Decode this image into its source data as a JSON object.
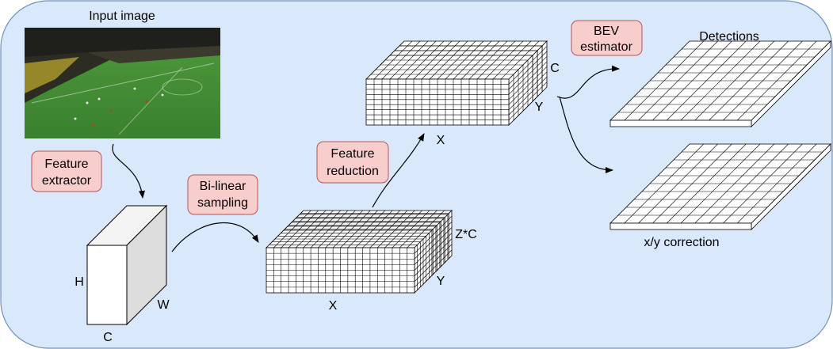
{
  "labels": {
    "input_image": "Input image",
    "feature_extractor": [
      "Feature",
      "extractor"
    ],
    "bilinear_sampling": [
      "Bi-linear",
      "sampling"
    ],
    "feature_reduction": [
      "Feature",
      "reduction"
    ],
    "bev_estimator": [
      "BEV",
      "estimator"
    ],
    "detections": "Detections",
    "xy_correction": "x/y correction",
    "dim_H": "H",
    "dim_W": "W",
    "dim_C": "C",
    "dim_X": "X",
    "dim_Y": "Y",
    "dim_ZC": "Z*C",
    "dim_X2": "X",
    "dim_Y2": "Y",
    "dim_C2": "C"
  },
  "colors": {
    "panel": "#dae8fc",
    "panel_border": "#6c8ebf",
    "label_box": "#f8cecc",
    "label_border": "#b85450",
    "pitch": "#3d8a2e",
    "stand": "#2a2a22",
    "crowd": "#b9a52e"
  }
}
